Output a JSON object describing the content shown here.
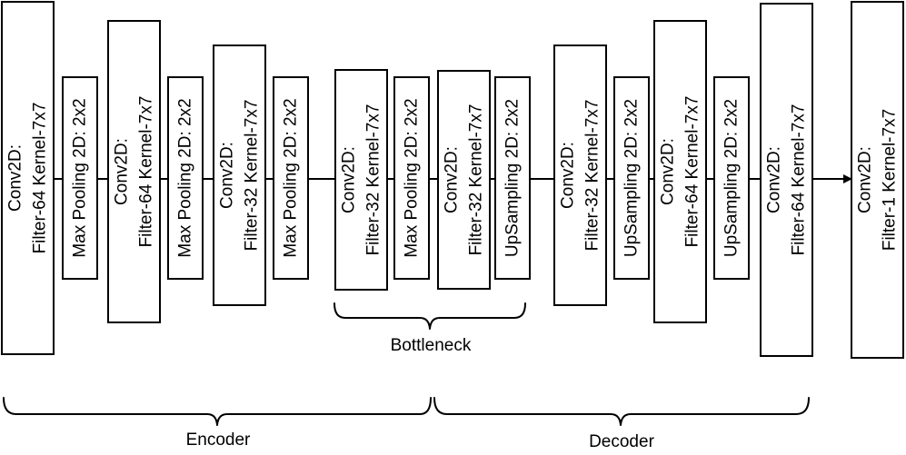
{
  "layers": [
    {
      "group": "encoder",
      "lines": [
        "Conv2D:",
        "Filter-64 Kernel-7x7"
      ]
    },
    {
      "group": "encoder",
      "lines": [
        "Max Pooling 2D: 2x2"
      ]
    },
    {
      "group": "encoder",
      "lines": [
        "Conv2D:",
        "Filter-64 Kernel-7x7"
      ]
    },
    {
      "group": "encoder",
      "lines": [
        "Max Pooling 2D: 2x2"
      ]
    },
    {
      "group": "encoder",
      "lines": [
        "Conv2D:",
        "Filter-32 Kernel-7x7"
      ]
    },
    {
      "group": "encoder",
      "lines": [
        "Max Pooling 2D: 2x2"
      ]
    },
    {
      "group": "bottleneck",
      "lines": [
        "Conv2D:",
        "Filter-32 Kernel-7x7"
      ]
    },
    {
      "group": "bottleneck",
      "lines": [
        "Max Pooling 2D: 2x2"
      ]
    },
    {
      "group": "bottleneck",
      "lines": [
        "Conv2D:",
        "Filter-32 Kernel-7x7"
      ]
    },
    {
      "group": "bottleneck",
      "lines": [
        "UpSampling 2D: 2x2"
      ]
    },
    {
      "group": "decoder",
      "lines": [
        "Conv2D:",
        "Filter-32 Kernel-7x7"
      ]
    },
    {
      "group": "decoder",
      "lines": [
        "UpSampling 2D: 2x2"
      ]
    },
    {
      "group": "decoder",
      "lines": [
        "Conv2D:",
        "Filter-64 Kernel-7x7"
      ]
    },
    {
      "group": "decoder",
      "lines": [
        "UpSampling 2D: 2x2"
      ]
    },
    {
      "group": "decoder",
      "lines": [
        "Conv2D:",
        "Filter-64 Kernel-7x7"
      ]
    },
    {
      "group": "output",
      "lines": [
        "Conv2D:",
        "Filter-1 Kernel-7x7"
      ]
    }
  ],
  "groups": {
    "bottleneck": "Bottleneck",
    "encoder": "Encoder",
    "decoder": "Decoder"
  },
  "colors": {
    "stroke": "#000000",
    "fill": "#ffffff"
  }
}
